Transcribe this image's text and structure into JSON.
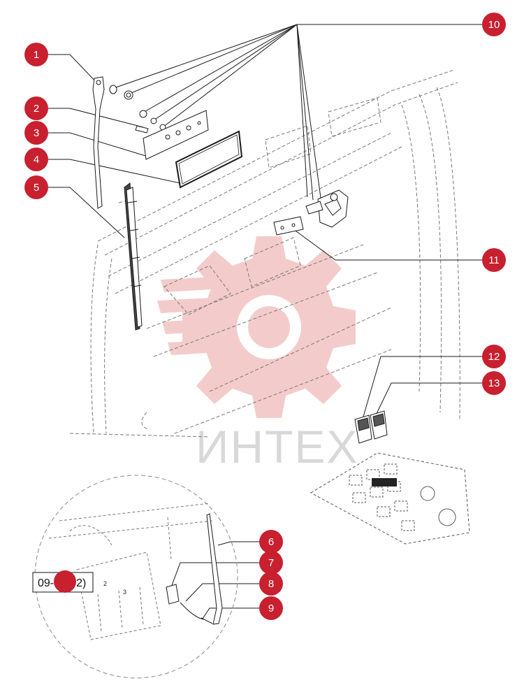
{
  "diagram": {
    "watermark_text": "ИНТЕХ",
    "callouts": [
      "1",
      "2",
      "3",
      "4",
      "5",
      "6",
      "7",
      "8",
      "9",
      "10",
      "11",
      "12",
      "13"
    ],
    "reference_label": "09-49(02)",
    "detail_marks": [
      "2",
      "3"
    ],
    "colors": {
      "callout": "#c8202f",
      "line": "#1a1a1a",
      "dashed": "#777777",
      "watermark": "#f1b9b9"
    }
  }
}
